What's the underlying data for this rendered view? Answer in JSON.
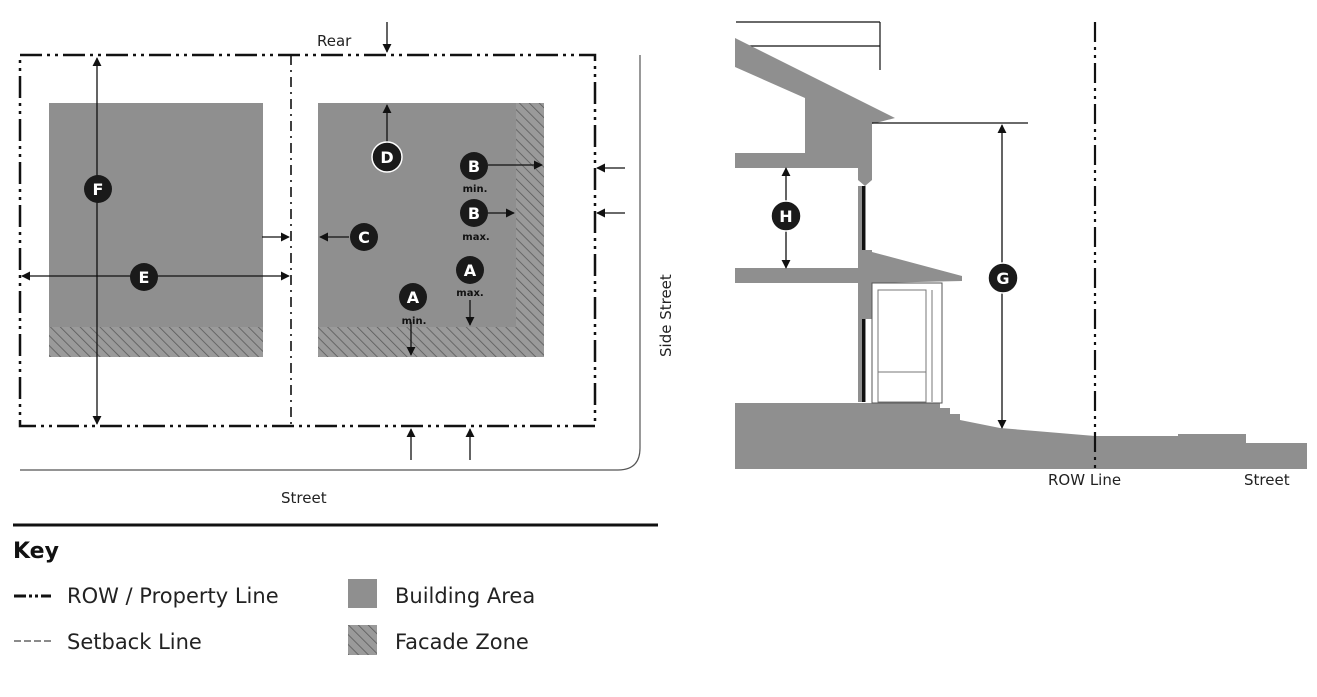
{
  "plan": {
    "rear_label": "Rear",
    "street_label": "Street",
    "side_street_label": "Side Street",
    "badges": {
      "a_min": {
        "letter": "A",
        "sub": "min."
      },
      "a_max": {
        "letter": "A",
        "sub": "max."
      },
      "b_min": {
        "letter": "B",
        "sub": "min."
      },
      "b_max": {
        "letter": "B",
        "sub": "max."
      },
      "c": {
        "letter": "C"
      },
      "d": {
        "letter": "D"
      },
      "e": {
        "letter": "E"
      },
      "f": {
        "letter": "F"
      }
    }
  },
  "section": {
    "row_line_label": "ROW Line",
    "street_label": "Street",
    "badges": {
      "g": {
        "letter": "G"
      },
      "h": {
        "letter": "H"
      }
    }
  },
  "key": {
    "title": "Key",
    "items": [
      {
        "label": "ROW / Property Line",
        "symbol": "dash-dot-line"
      },
      {
        "label": "Setback Line",
        "symbol": "dashed-line"
      },
      {
        "label": "Building Area",
        "symbol": "solid-swatch"
      },
      {
        "label": "Facade Zone",
        "symbol": "hatched-swatch"
      }
    ]
  },
  "colors": {
    "building": "#8f8f8f",
    "line": "#111111",
    "badge": "#1a1a1a"
  }
}
